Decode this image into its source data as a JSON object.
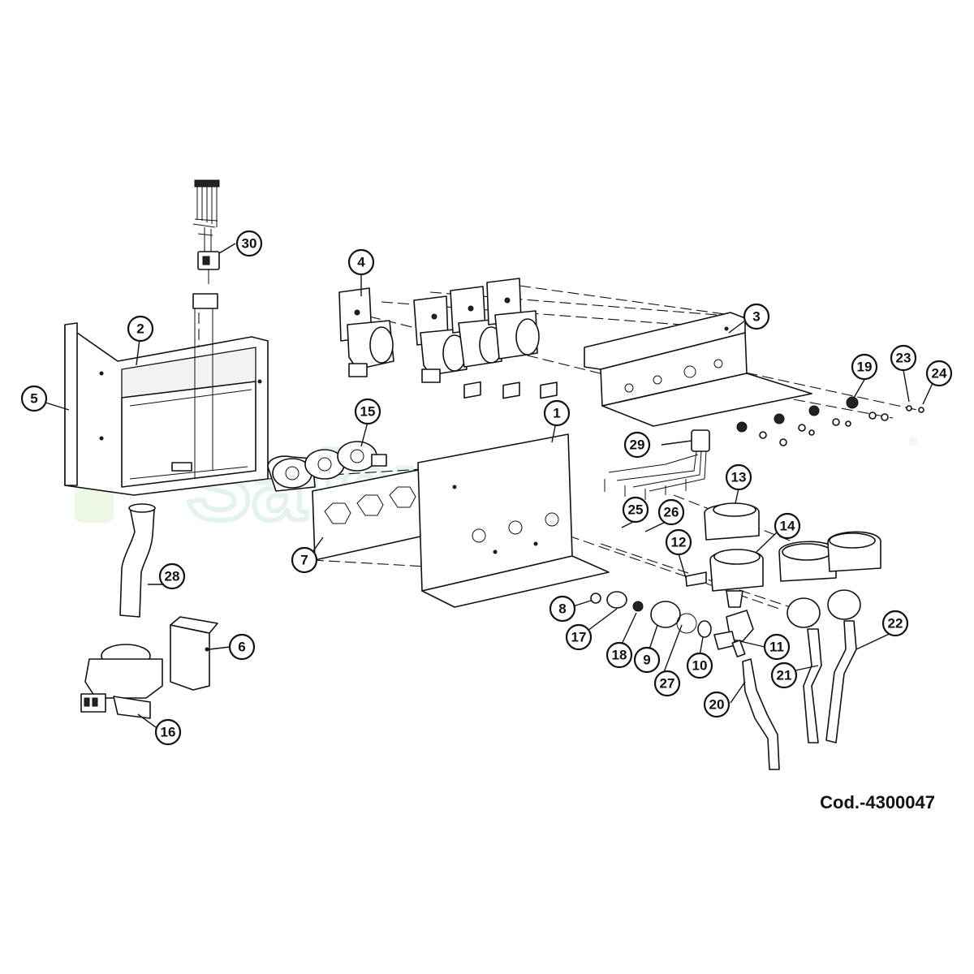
{
  "watermark": {
    "text": "Safer",
    "color": "#cfe9e6",
    "reg_mark": "®"
  },
  "document_code": "Cod.-4300047",
  "callouts": [
    {
      "number": "1"
    },
    {
      "number": "2"
    },
    {
      "number": "3"
    },
    {
      "number": "4"
    },
    {
      "number": "5"
    },
    {
      "number": "6"
    },
    {
      "number": "7"
    },
    {
      "number": "8"
    },
    {
      "number": "9"
    },
    {
      "number": "10"
    },
    {
      "number": "11"
    },
    {
      "number": "12"
    },
    {
      "number": "13"
    },
    {
      "number": "14"
    },
    {
      "number": "15"
    },
    {
      "number": "16"
    },
    {
      "number": "17"
    },
    {
      "number": "18"
    },
    {
      "number": "19"
    },
    {
      "number": "20"
    },
    {
      "number": "21"
    },
    {
      "number": "22"
    },
    {
      "number": "23"
    },
    {
      "number": "24"
    },
    {
      "number": "25"
    },
    {
      "number": "26"
    },
    {
      "number": "27"
    },
    {
      "number": "28"
    },
    {
      "number": "29"
    },
    {
      "number": "30"
    }
  ]
}
